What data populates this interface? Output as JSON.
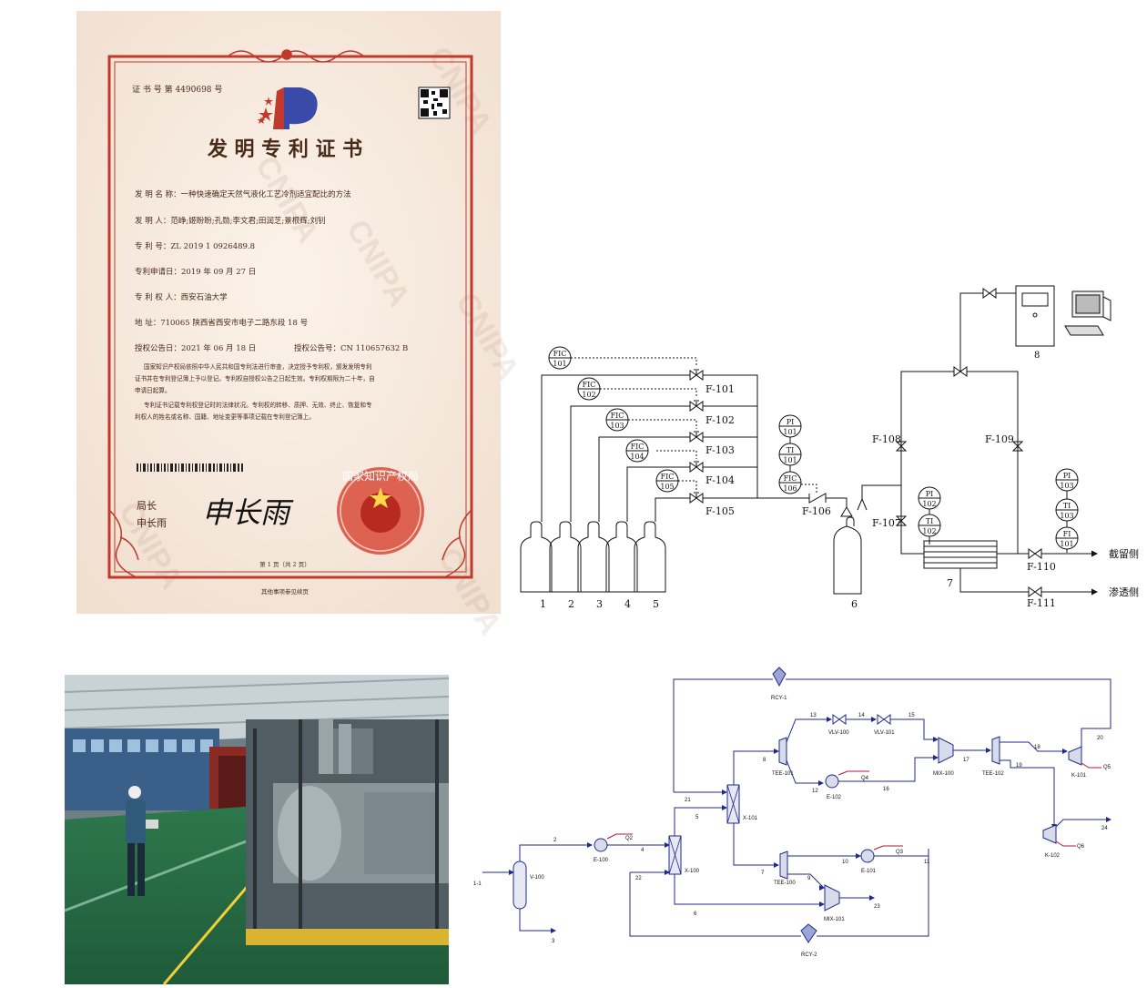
{
  "certificate": {
    "cert_no": "证 书 号 第 4490698 号",
    "title": "发 明 专 利 证 书",
    "fields": [
      "发  明  名  称：一种快速确定天然气液化工艺冷剂适宜配比的方法",
      "发       明     人：范峥;姬盼盼;孔勋;李文君;田润芝;景根辉;刘钊",
      "专       利     号：ZL 2019 1 0926489.8",
      "专利申请日：2019 年 09 月 27 日",
      "专  利  权  人：西安石油大学",
      "地              址：710065 陕西省西安市电子二路东段 18 号"
    ],
    "grant_date": "授权公告日：2021 年 06 月 18 日",
    "grant_no": "授权公告号：CN 110657632 B",
    "body": [
      "国家知识产权局依照中华人民共和国专利法进行审查，决定授予专利权，颁发发明专利",
      "证书并在专利登记簿上予以登记。专利权自授权公告之日起生效。专利权期限为二十年，自",
      "申请日起算。",
      "专利证书记载专利权登记时的法律状况。专利权的转移、质押、无效、终止、恢复和专",
      "利权人的姓名或名称、国籍、地址变更等事项记载在专利登记簿上。"
    ],
    "director_title": "局长",
    "director_name": "申长雨",
    "signature": "申长雨",
    "seal_text": "国家知识产权局",
    "page": "第 1 页（共 2 页）",
    "footer": "其他事项参见续页",
    "watermark": "CNIPA"
  },
  "pid": {
    "instruments": [
      {
        "tag": "FIC",
        "num": "101"
      },
      {
        "tag": "FIC",
        "num": "102"
      },
      {
        "tag": "FIC",
        "num": "103"
      },
      {
        "tag": "FIC",
        "num": "104"
      },
      {
        "tag": "FIC",
        "num": "105"
      },
      {
        "tag": "PI",
        "num": "101"
      },
      {
        "tag": "TI",
        "num": "101"
      },
      {
        "tag": "FIC",
        "num": "106"
      },
      {
        "tag": "PI",
        "num": "102"
      },
      {
        "tag": "TI",
        "num": "102"
      },
      {
        "tag": "PI",
        "num": "103"
      },
      {
        "tag": "TI",
        "num": "103"
      },
      {
        "tag": "FI",
        "num": "101"
      }
    ],
    "valves": [
      "F-101",
      "F-102",
      "F-103",
      "F-104",
      "F-105",
      "F-106",
      "F-107",
      "F-108",
      "F-109",
      "F-110",
      "F-111"
    ],
    "cylinders": [
      "1",
      "2",
      "3",
      "4",
      "5"
    ],
    "tank_label": "6",
    "module_label": "7",
    "computer_label": "8",
    "retentate": "截留侧",
    "permeate": "渗透侧"
  },
  "hysys": {
    "units": [
      "RCY-1",
      "RCY-2",
      "V-100",
      "E-100",
      "X-100",
      "X-101",
      "TEE-101",
      "VLV-100",
      "VLV-101",
      "MIX-100",
      "TEE-102",
      "K-101",
      "K-102",
      "E-102",
      "TEE-100",
      "E-101",
      "MIX-101"
    ],
    "streams": [
      "1-1",
      "2",
      "3",
      "4",
      "5",
      "6",
      "7",
      "8",
      "9",
      "10",
      "11",
      "12",
      "13",
      "14",
      "15",
      "16",
      "17",
      "18",
      "19",
      "20",
      "21",
      "22",
      "23",
      "24"
    ],
    "energy": [
      "Q2",
      "Q4",
      "Q3",
      "Q5",
      "Q6"
    ]
  },
  "colors": {
    "cert_border": "#c0392b",
    "cert_bg": "#f7ebe0",
    "hysys_line": "#1f2a8a",
    "hysys_energy": "#b0183a"
  }
}
